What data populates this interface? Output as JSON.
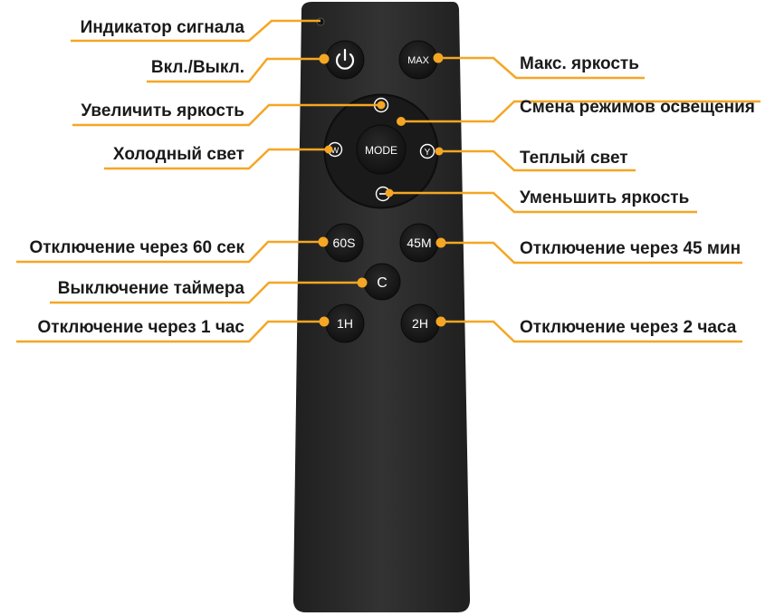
{
  "colors": {
    "accent": "#f5a623",
    "remote_body": "#2b2b2b",
    "button": "#1c1c1c",
    "label_text": "#1a1a1a"
  },
  "buttons": {
    "power": {
      "icon": "power-icon"
    },
    "max": "MAX",
    "plus": {
      "icon": "plus-icon"
    },
    "mode": "MODE",
    "cold": "W",
    "warm": "Y",
    "minus": {
      "icon": "minus-icon"
    },
    "t60s": "60S",
    "t45m": "45M",
    "cancel": "C",
    "t1h": "1H",
    "t2h": "2H"
  },
  "labels": {
    "signal_indicator": "Индикатор сигнала",
    "power": "Вкл./Выкл.",
    "max_brightness": "Макс. яркость",
    "increase_brightness": "Увеличить яркость",
    "mode_change": "Смена режимов освещения",
    "cold_light": "Холодный свет",
    "warm_light": "Теплый свет",
    "decrease_brightness": "Уменьшить яркость",
    "off_60s": "Отключение через 60 сек",
    "off_45m": "Отключение через 45 мин",
    "timer_off": "Выключение таймера",
    "off_1h": "Отключение через 1 час",
    "off_2h": "Отключение через 2 часа"
  }
}
